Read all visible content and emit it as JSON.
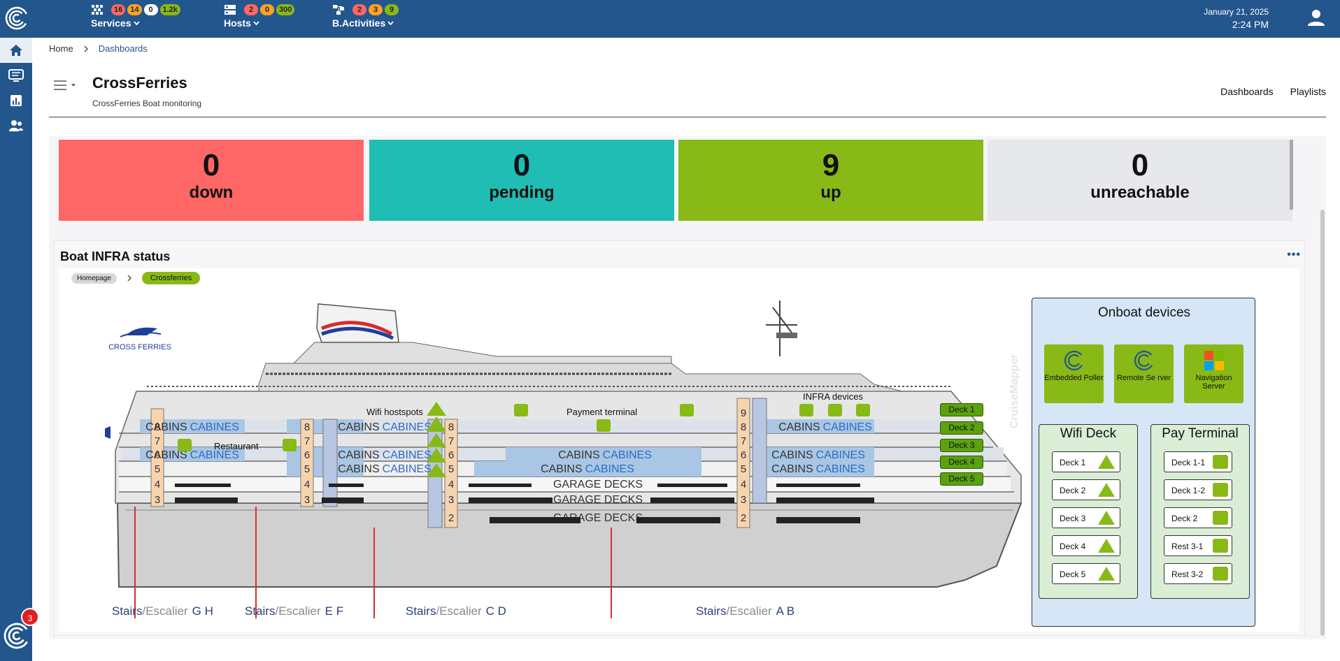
{
  "topbar": {
    "services": {
      "label": "Services",
      "counts": [
        "16",
        "14",
        "0",
        "1.2k"
      ]
    },
    "hosts": {
      "label": "Hosts",
      "counts": [
        "2",
        "0",
        "300"
      ]
    },
    "bactivities": {
      "label": "B.Activities",
      "counts": [
        "2",
        "3",
        "9"
      ]
    },
    "date": "January 21, 2025",
    "time": "2:24 PM"
  },
  "sidebar": {
    "badge": "3",
    "items": [
      "home-icon",
      "monitor-icon",
      "chart-icon",
      "users-icon"
    ]
  },
  "breadcrumb": {
    "home": "Home",
    "current": "Dashboards"
  },
  "header": {
    "title": "CrossFerries",
    "subtitle": "CrossFerries Boat monitoring",
    "links": [
      "Dashboards",
      "Playlists"
    ]
  },
  "status_tiles": [
    {
      "value": "0",
      "label": "down",
      "color": "#ff6666"
    },
    {
      "value": "0",
      "label": "pending",
      "color": "#1fbdb3"
    },
    {
      "value": "9",
      "label": "up",
      "color": "#88b917"
    },
    {
      "value": "0",
      "label": "unreachable",
      "color": "#e6e8ec"
    }
  ],
  "infra": {
    "title": "Boat INFRA status",
    "more": "•••",
    "crumbs": {
      "home": "Homepage",
      "current": "Crossferries"
    }
  },
  "ship": {
    "logo_text": "CROSS FERRIES",
    "watermark": "CruiseMapper",
    "labels": {
      "wifi": "Wifi hostspots",
      "payment": "Payment terminal",
      "infra": "INFRA devices",
      "restaurant": "Restaurant"
    },
    "cabins_a": "CABINS",
    "cabins_b": "CABINES",
    "garage": "GARAGE DECKS",
    "stairs": [
      {
        "a": "Stairs",
        "b": "/Escalier",
        "c": "G  H"
      },
      {
        "a": "Stairs",
        "b": "/Escalier",
        "c": "E  F"
      },
      {
        "a": "Stairs",
        "b": "/Escalier",
        "c": "C  D"
      },
      {
        "a": "Stairs",
        "b": "/Escalier",
        "c": "A  B"
      }
    ],
    "deck_buttons": [
      "Deck 1",
      "Deck 2",
      "Deck 3",
      "Deck 4",
      "Deck 5"
    ]
  },
  "devices": {
    "title": "Onboat devices",
    "tiles": [
      "Embedded Poller",
      "Remote Se rver",
      "Navigation Server"
    ],
    "wifi": {
      "title": "Wifi Deck",
      "items": [
        "Deck 1",
        "Deck 2",
        "Deck 3",
        "Deck 4",
        "Deck 5"
      ]
    },
    "pay": {
      "title": "Pay Terminal",
      "items": [
        "Deck 1-1",
        "Deck 1-2",
        "Deck 2",
        "Rest 3-1",
        "Rest 3-2"
      ]
    }
  },
  "colors": {
    "brand": "#23568c",
    "ok": "#88b917",
    "down": "#ff6666",
    "pending": "#1fbdb3"
  }
}
